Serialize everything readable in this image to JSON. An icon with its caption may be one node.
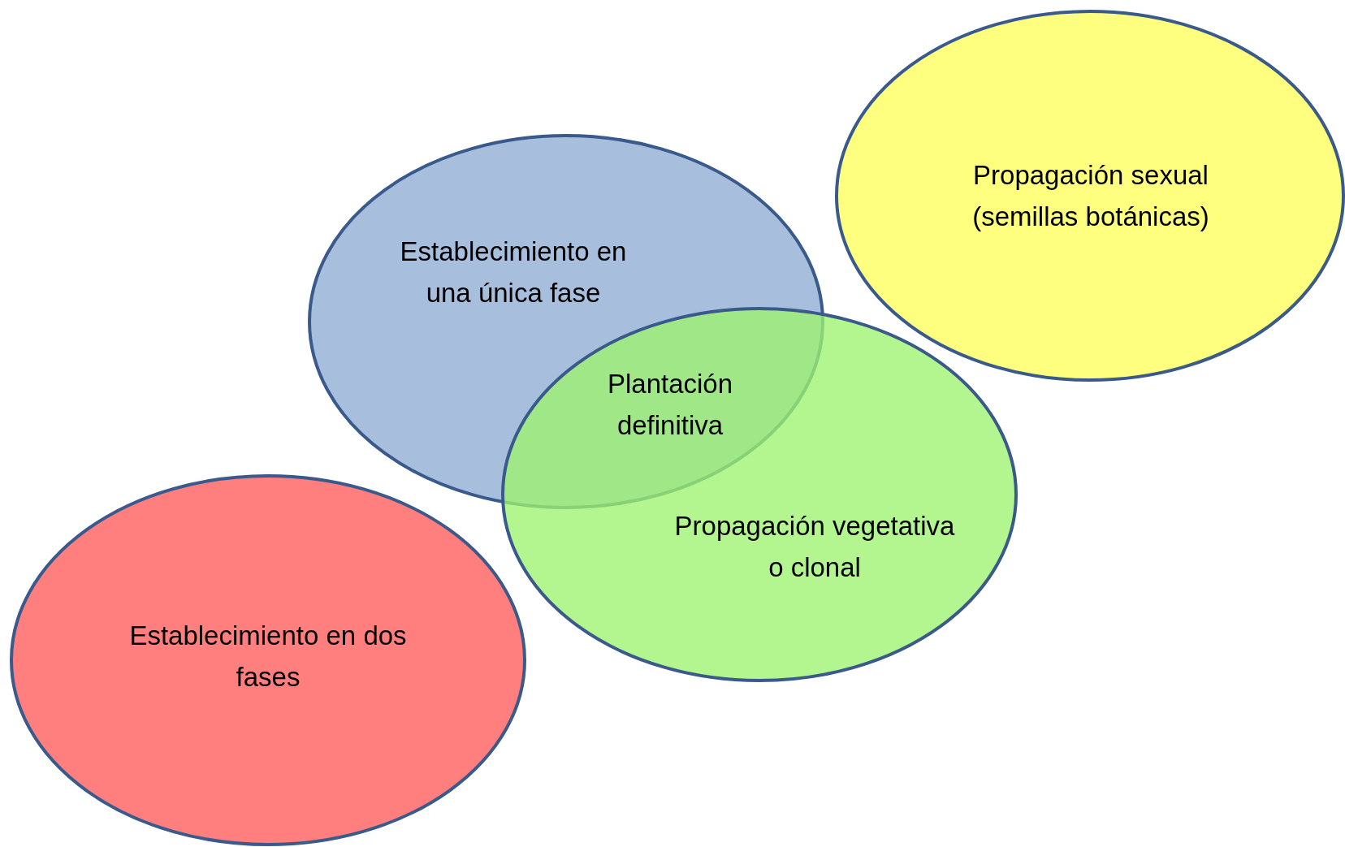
{
  "diagram": {
    "nodes": [
      {
        "text": [
          "Establecimiento en una única fase"
        ]
      },
      {
        "text": [
          "Propagación sexual (semillas botánicas)"
        ]
      },
      {
        "text": [
          "Propagación vegetativa o clonal"
        ]
      },
      {
        "text": [
          "Establecimiento en dos fases"
        ]
      }
    ],
    "labels": [
      "Plantación definitiva"
    ]
  }
}
